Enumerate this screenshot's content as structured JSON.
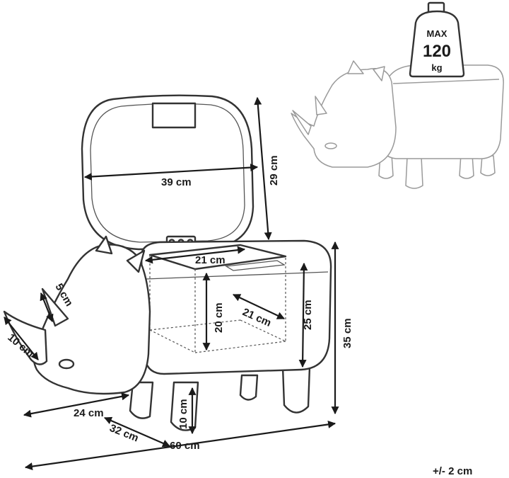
{
  "weight": {
    "max_label": "MAX",
    "value": "120",
    "unit": "kg"
  },
  "dimensions": {
    "lid_width": "39 cm",
    "lid_height": "29 cm",
    "compartment_top_width": "21 cm",
    "compartment_depth": "21 cm",
    "compartment_height": "20 cm",
    "body_height": "25 cm",
    "total_height": "35 cm",
    "horn_small": "5 cm",
    "horn_large": "10 cm",
    "leg_height": "10 cm",
    "width_24": "24 cm",
    "width_32": "32 cm",
    "total_length": "60 cm"
  },
  "tolerance": "+/- 2 cm"
}
